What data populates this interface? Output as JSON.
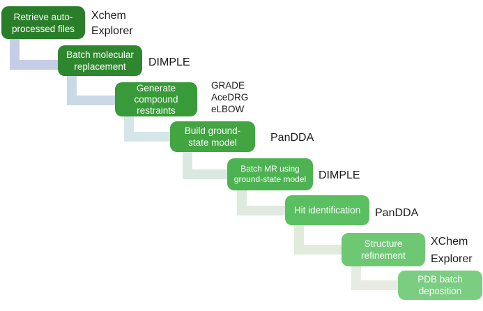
{
  "diagram": {
    "background_color": "#ffffff",
    "text_colors": {
      "box_text": "#ffffff",
      "tool_text": "#1a1a1a"
    },
    "steps": [
      {
        "box_lines": [
          "Retrieve auto-",
          "processed files"
        ],
        "tool_lines": [
          "Xchem",
          "Explorer"
        ],
        "box_color": "#2a7e2a",
        "connector_color": "#c5cde7"
      },
      {
        "box_lines": [
          "Batch molecular",
          "replacement"
        ],
        "tool_lines": [
          "DIMPLE"
        ],
        "box_color": "#2e872e",
        "connector_color": "#c9d9e5"
      },
      {
        "box_lines": [
          "Generate",
          "compound",
          "restraints"
        ],
        "tool_lines": [
          "GRADE",
          "AceDRG",
          "eLBOW"
        ],
        "box_color": "#389a38",
        "connector_color": "#d5e6e8"
      },
      {
        "box_lines": [
          "Build ground-",
          "state model"
        ],
        "tool_lines": [
          "PanDDA"
        ],
        "box_color": "#42a542",
        "connector_color": "#d9e8e0"
      },
      {
        "box_lines": [
          "Batch MR using",
          "ground-state model"
        ],
        "tool_lines": [
          "DIMPLE"
        ],
        "box_color": "#4db352",
        "connector_color": "#deeadd"
      },
      {
        "box_lines": [
          "Hit identification"
        ],
        "tool_lines": [
          "PanDDA"
        ],
        "box_color": "#5abf60",
        "connector_color": "#e1ebdc"
      },
      {
        "box_lines": [
          "Structure",
          "refinement"
        ],
        "tool_lines": [
          "XChem",
          "Explorer"
        ],
        "box_color": "#6ec873",
        "connector_color": "#e6ece2"
      },
      {
        "box_lines": [
          "PDB batch",
          "deposition"
        ],
        "tool_lines": [],
        "box_color": "#7bcd81",
        "connector_color": null
      }
    ]
  }
}
